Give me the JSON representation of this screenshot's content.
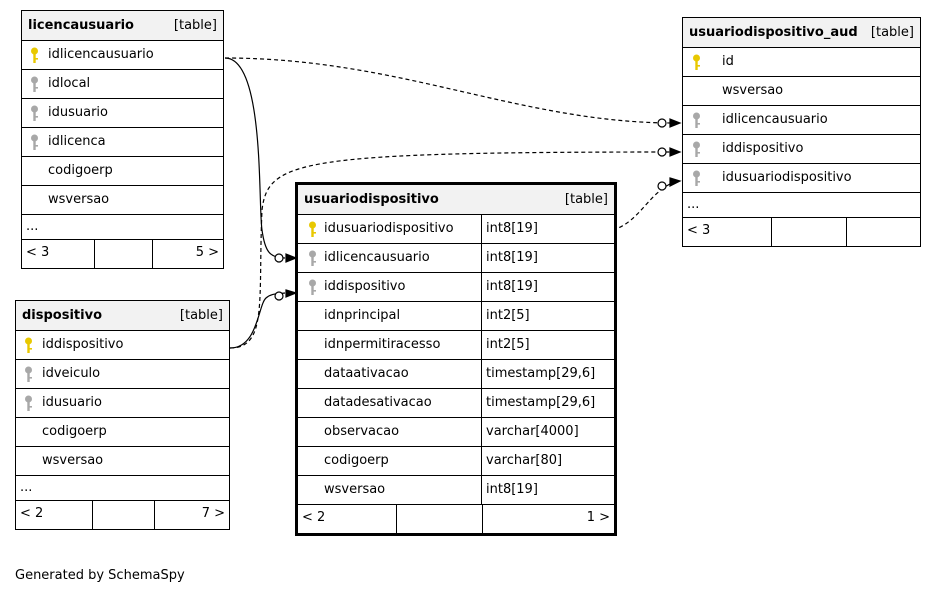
{
  "tables": {
    "licencausuario": {
      "name": "licencausuario",
      "tag": "[table]",
      "columns": [
        {
          "name": "idlicencausuario",
          "key": "primary"
        },
        {
          "name": "idlocal",
          "key": "foreign"
        },
        {
          "name": "idusuario",
          "key": "foreign"
        },
        {
          "name": "idlicenca",
          "key": "foreign"
        },
        {
          "name": "codigoerp",
          "key": "none"
        },
        {
          "name": "wsversao",
          "key": "none"
        }
      ],
      "more": "...",
      "parents": "< 3",
      "children": "5 >"
    },
    "dispositivo": {
      "name": "dispositivo",
      "tag": "[table]",
      "columns": [
        {
          "name": "iddispositivo",
          "key": "primary"
        },
        {
          "name": "idveiculo",
          "key": "foreign"
        },
        {
          "name": "idusuario",
          "key": "foreign"
        },
        {
          "name": "codigoerp",
          "key": "none"
        },
        {
          "name": "wsversao",
          "key": "none"
        }
      ],
      "more": "...",
      "parents": "< 2",
      "children": "7 >"
    },
    "usuariodispositivo": {
      "name": "usuariodispositivo",
      "tag": "[table]",
      "columns": [
        {
          "name": "idusuariodispositivo",
          "type": "int8[19]",
          "key": "primary"
        },
        {
          "name": "idlicencausuario",
          "type": "int8[19]",
          "key": "foreign"
        },
        {
          "name": "iddispositivo",
          "type": "int8[19]",
          "key": "foreign"
        },
        {
          "name": "idnprincipal",
          "type": "int2[5]",
          "key": "none"
        },
        {
          "name": "idnpermitiracesso",
          "type": "int2[5]",
          "key": "none"
        },
        {
          "name": "dataativacao",
          "type": "timestamp[29,6]",
          "key": "none"
        },
        {
          "name": "datadesativacao",
          "type": "timestamp[29,6]",
          "key": "none"
        },
        {
          "name": "observacao",
          "type": "varchar[4000]",
          "key": "none"
        },
        {
          "name": "codigoerp",
          "type": "varchar[80]",
          "key": "none"
        },
        {
          "name": "wsversao",
          "type": "int8[19]",
          "key": "none"
        }
      ],
      "parents": "< 2",
      "children": "1 >"
    },
    "usuariodispositivo_aud": {
      "name": "usuariodispositivo_aud",
      "tag": "[table]",
      "columns": [
        {
          "name": "id",
          "key": "primary"
        },
        {
          "name": "wsversao",
          "key": "none"
        },
        {
          "name": "idlicencausuario",
          "key": "foreign"
        },
        {
          "name": "iddispositivo",
          "key": "foreign"
        },
        {
          "name": "idusuariodispositivo",
          "key": "foreign"
        }
      ],
      "more": "...",
      "parents": "< 3"
    }
  },
  "credit": "Generated by SchemaSpy",
  "colors": {
    "primary_key": "#e8c800",
    "foreign_key": "#a8a8a8",
    "header_bg": "#f2f2f2",
    "line": "#000000"
  }
}
